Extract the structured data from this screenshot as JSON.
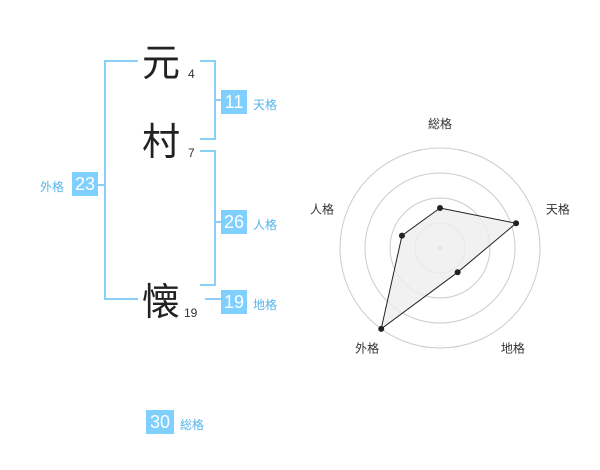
{
  "name": {
    "chars": [
      {
        "char": "元",
        "strokes": "4"
      },
      {
        "char": "村",
        "strokes": "7"
      },
      {
        "char": "懐",
        "strokes": "19"
      }
    ]
  },
  "fortune": {
    "tenkaku": {
      "value": "11",
      "label": "天格"
    },
    "jinkaku": {
      "value": "26",
      "label": "人格"
    },
    "chikaku": {
      "value": "19",
      "label": "地格"
    },
    "gaikaku": {
      "value": "23",
      "label": "外格"
    },
    "soukaku": {
      "value": "30",
      "label": "総格"
    }
  },
  "chart_data": {
    "type": "radar",
    "categories": [
      "総格",
      "天格",
      "地格",
      "外格",
      "人格"
    ],
    "values": [
      2,
      4,
      1.5,
      5,
      2
    ],
    "rmax": 5,
    "rings": 4,
    "colors": {
      "fill": "#eeeeee",
      "stroke": "#222222",
      "grid": "#cccccc"
    }
  }
}
